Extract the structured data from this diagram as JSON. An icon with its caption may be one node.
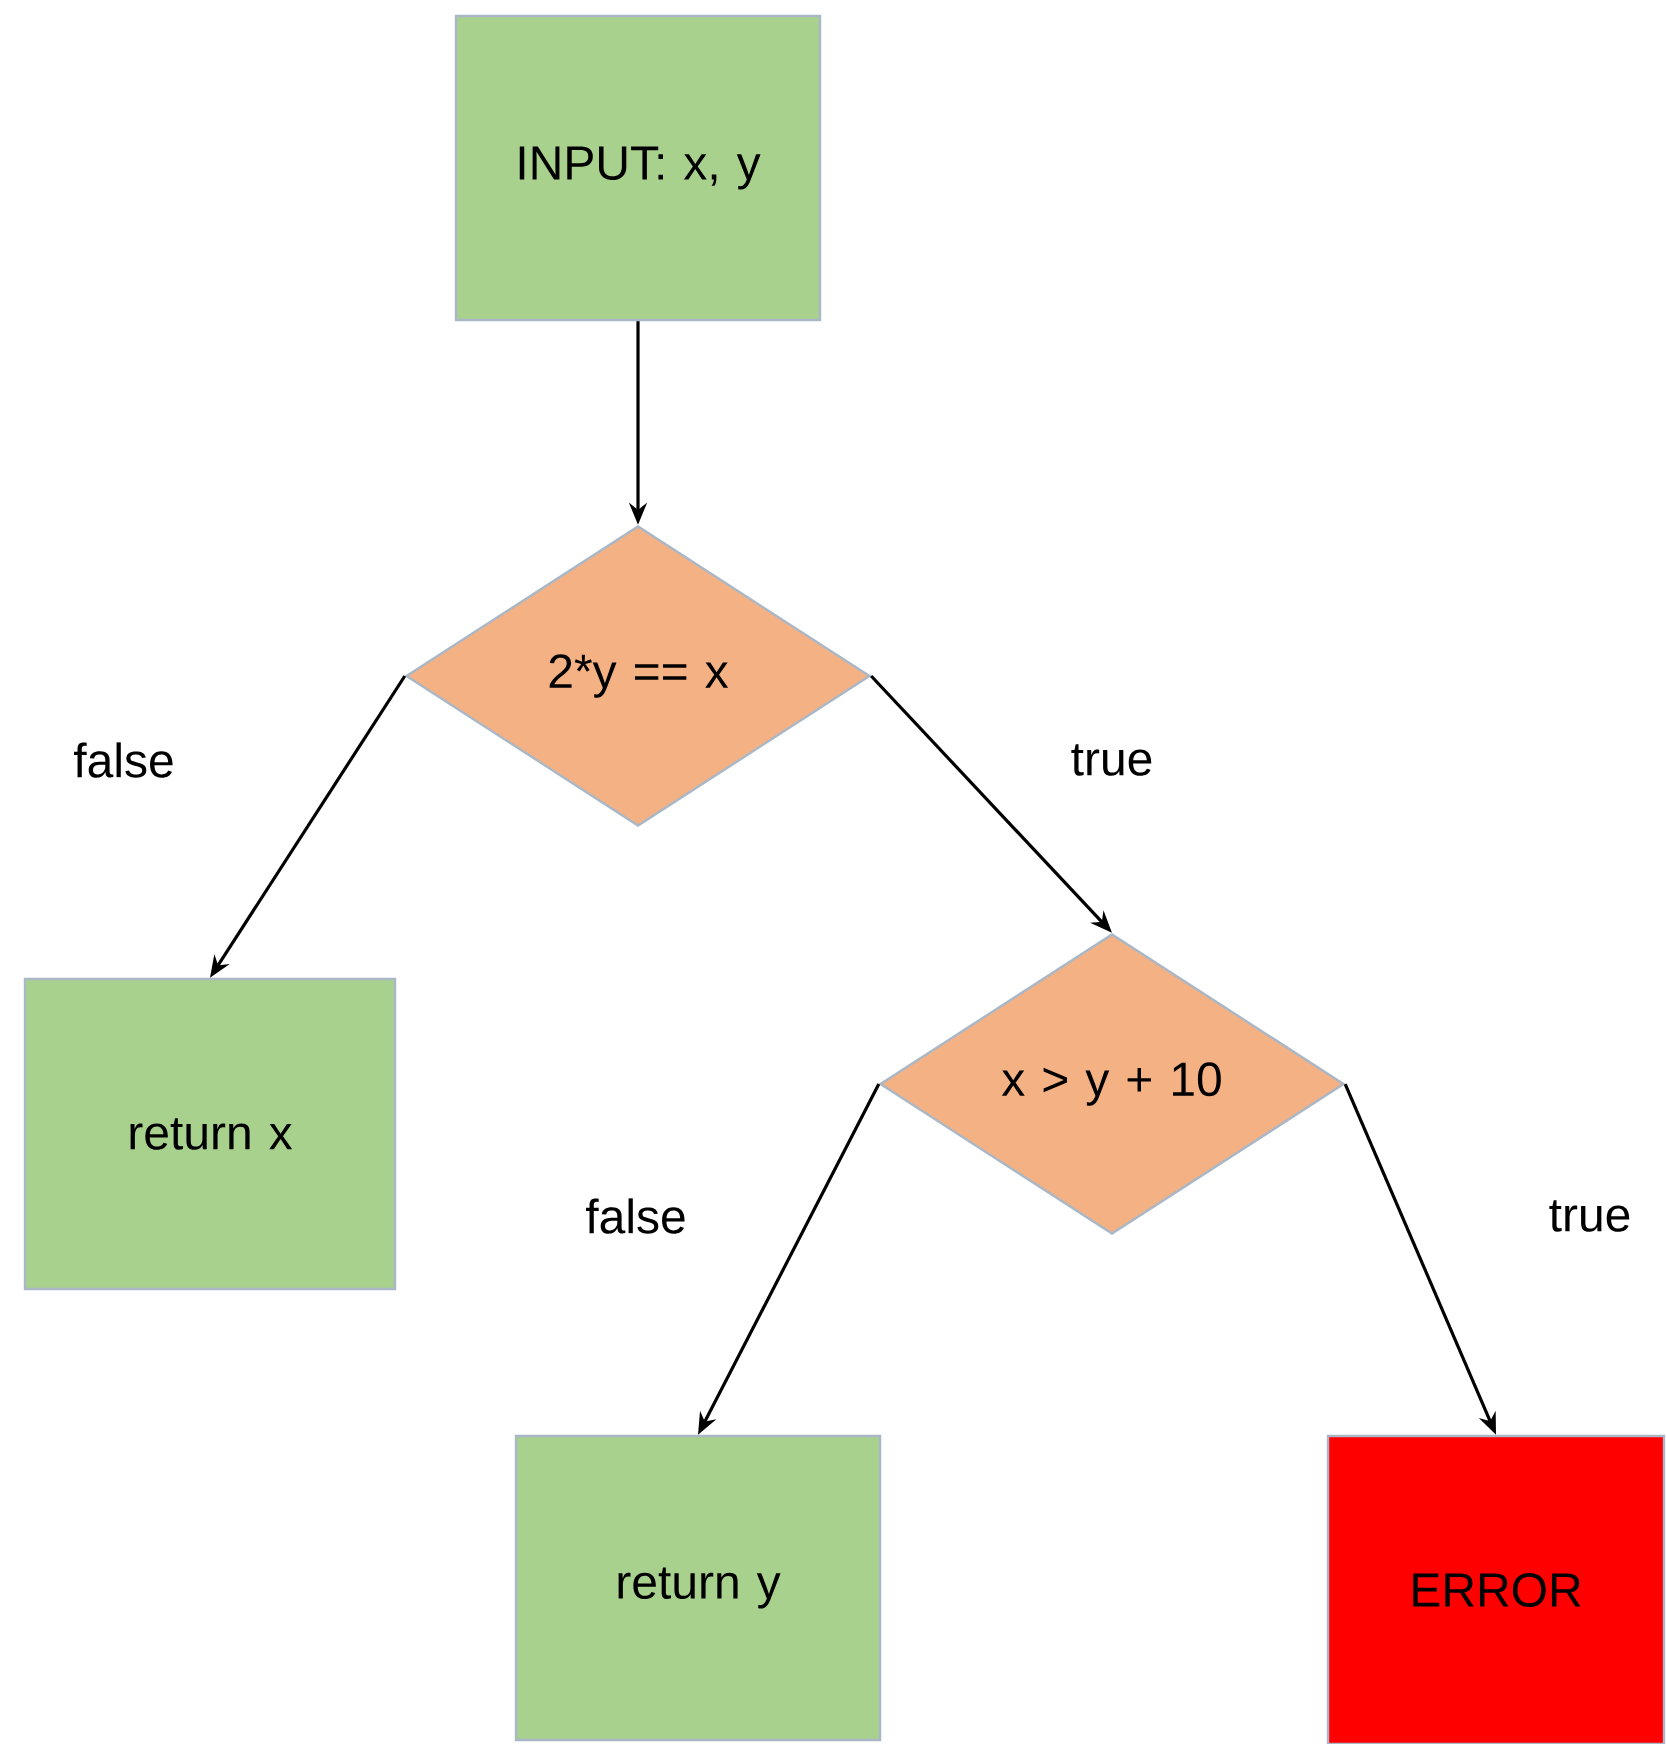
{
  "diagram": {
    "nodes": [
      {
        "text": [
          "INPUT: x, y"
        ]
      },
      {
        "text": [
          "2*y == x"
        ]
      },
      {
        "text": [
          "return x"
        ]
      },
      {
        "text": [
          "x > y + 10"
        ]
      },
      {
        "text": [
          "return y"
        ]
      },
      {
        "text": [
          "ERROR"
        ]
      }
    ],
    "edges": [
      {
        "from": 0,
        "to": 1,
        "arrow": "to"
      },
      {
        "from": 1,
        "to": 2,
        "arrow": "to",
        "label": "false"
      },
      {
        "from": 1,
        "to": 3,
        "arrow": "to",
        "label": "true"
      },
      {
        "from": 3,
        "to": 4,
        "arrow": "to",
        "label": "false"
      },
      {
        "from": 3,
        "to": 5,
        "arrow": "to",
        "label": "true"
      }
    ]
  }
}
